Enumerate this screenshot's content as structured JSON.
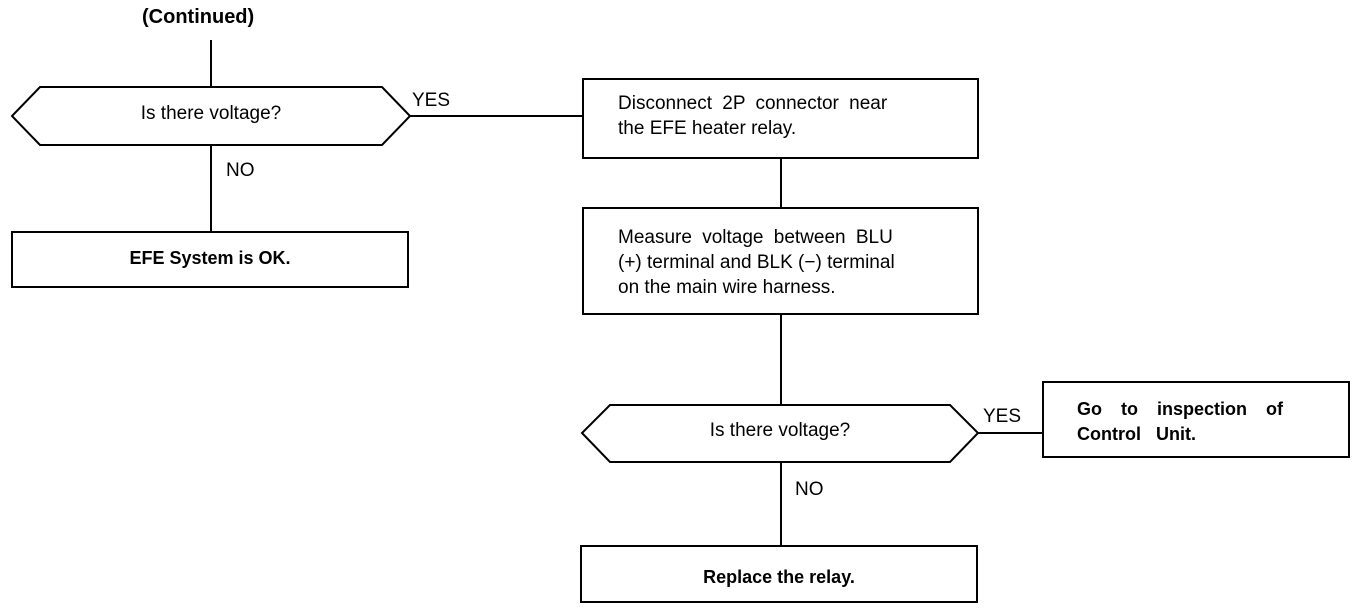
{
  "header": {
    "continued": "(Continued)"
  },
  "decision1": {
    "text": "Is there voltage?",
    "yes": "YES",
    "no": "NO"
  },
  "result_ok": {
    "text": "EFE System is OK."
  },
  "step_disconnect": {
    "line1": "Disconnect 2P connector near",
    "line2": "the EFE heater relay."
  },
  "step_measure": {
    "line1": "Measure voltage between BLU",
    "line2": "(+) terminal and BLK (−) terminal",
    "line3": "on the main wire harness."
  },
  "decision2": {
    "text": "Is there voltage?",
    "yes": "YES",
    "no": "NO"
  },
  "result_control": {
    "line1": "Go to inspection of",
    "line2": "Control Unit."
  },
  "result_replace": {
    "text": "Replace the relay."
  }
}
